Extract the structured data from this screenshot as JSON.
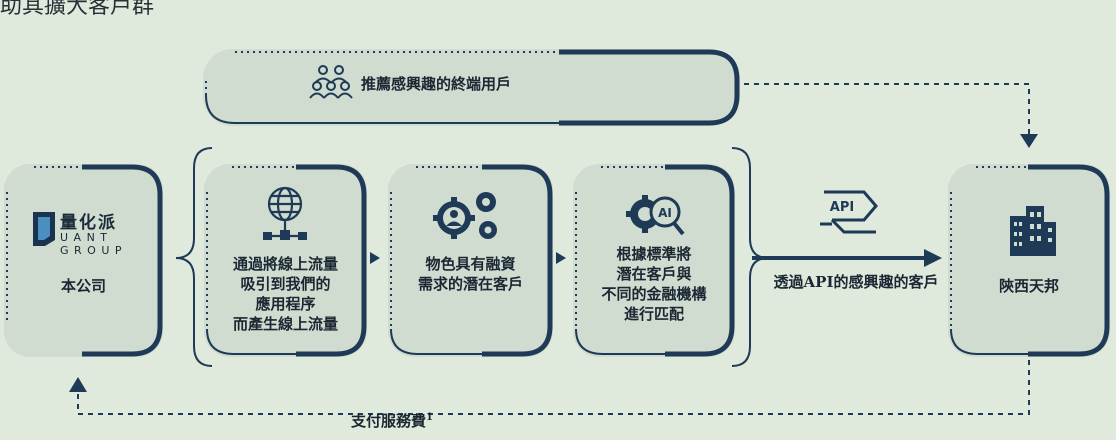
{
  "header": {
    "cut_title": "助其擴大客戶群"
  },
  "top_box": {
    "label": "推薦感興趣的終端用戶",
    "icon": "people-group-icon"
  },
  "company": {
    "label": "本公司",
    "logo": {
      "brand_cn": "量化派",
      "letters_line1": "U A N T",
      "letters_line2": "G R O U P"
    }
  },
  "steps": [
    {
      "label": "通過將線上流量\n吸引到我們的\n應用程序\n而產生線上流量",
      "icon": "globe-network-icon"
    },
    {
      "label": "物色具有融資\n需求的潛在客戶",
      "icon": "gears-person-icon"
    },
    {
      "label": "根據標準將\n潛在客戶與\n不同的金融機構\n進行匹配",
      "icon": "ai-gear-icon"
    }
  ],
  "api": {
    "label": "透過API的感興趣的客戶",
    "icon_text": "API",
    "icon": "api-exchange-icon"
  },
  "partner": {
    "label": "陝西天邦",
    "icon": "office-buildings-icon"
  },
  "payment": {
    "label": "支付服務費",
    "footnote": "1"
  },
  "colors": {
    "navy": "#1e3a56",
    "card": "#cfdccf",
    "background": "#dfe9dc"
  }
}
